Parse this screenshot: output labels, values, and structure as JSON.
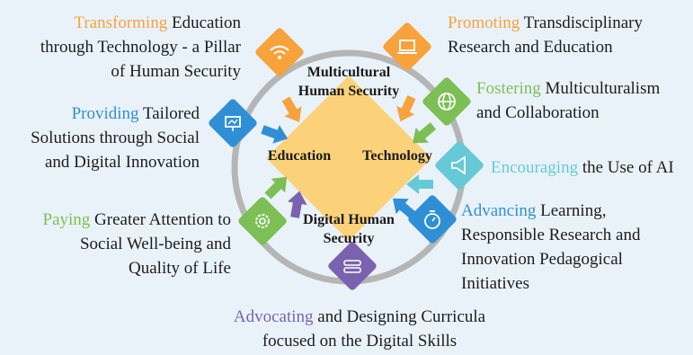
{
  "colors": {
    "background": "#eaf2f9",
    "ring": "#b5b5b5",
    "center_diamond": "#fbd27a",
    "orange": "#f7a23b",
    "green": "#7cbf55",
    "blue": "#2f8fd6",
    "cyan": "#66c9d6",
    "purple": "#7b62b0",
    "text": "#1c1c1c"
  },
  "center": {
    "top": [
      "Multicultural",
      "Human Security"
    ],
    "left": "Education",
    "right": "Technology",
    "bottom": [
      "Digital Human",
      "Security"
    ]
  },
  "items": [
    {
      "id": "transforming",
      "keyword": "Transforming",
      "lines": [
        "Education",
        "through Technology - a Pillar",
        "of Human Security"
      ],
      "color": "#f7a23b",
      "icon": "wifi-icon"
    },
    {
      "id": "promoting",
      "keyword": "Promoting",
      "lines": [
        "Transdisciplinary",
        "Research and Education"
      ],
      "color": "#f7a23b",
      "icon": "laptop-icon"
    },
    {
      "id": "fostering",
      "keyword": "Fostering",
      "lines": [
        "Multiculturalism",
        "and Collaboration"
      ],
      "color": "#7cbf55",
      "icon": "globe-icon"
    },
    {
      "id": "encouraging",
      "keyword": "Encouraging",
      "lines": [
        "the Use of AI"
      ],
      "color": "#66c9d6",
      "icon": "megaphone-icon"
    },
    {
      "id": "advancing",
      "keyword": "Advancing",
      "lines": [
        "Learning,",
        "Responsible Research and",
        "Innovation Pedagogical",
        "Initiatives"
      ],
      "color": "#2f8fd6",
      "icon": "stopwatch-icon"
    },
    {
      "id": "advocating",
      "keyword": "Advocating",
      "lines": [
        "and Designing Curricula",
        "focused on the Digital Skills"
      ],
      "color": "#7b62b0",
      "icon": "database-icon"
    },
    {
      "id": "paying",
      "keyword": "Paying",
      "lines": [
        "Greater Attention to",
        "Social Well-being and",
        "Quality of Life"
      ],
      "color": "#7cbf55",
      "icon": "gear-icon"
    },
    {
      "id": "providing",
      "keyword": "Providing",
      "lines": [
        "Tailored",
        "Solutions through Social",
        "and Digital Innovation"
      ],
      "color": "#2f8fd6",
      "icon": "presentation-icon"
    }
  ]
}
